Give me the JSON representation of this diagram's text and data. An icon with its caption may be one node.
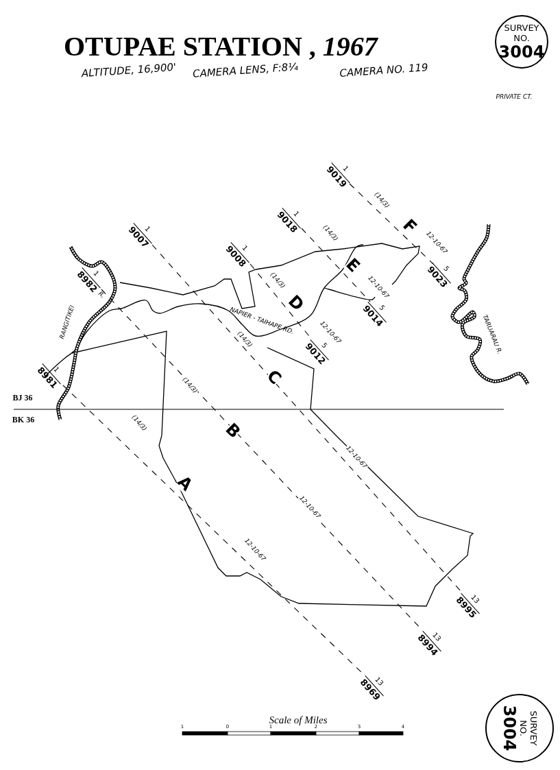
{
  "diagram": {
    "title": "OTUPAE STATION , *1967*",
    "nodes": [
      {
        "text": [
          "SURVEY NO.",
          "3004"
        ]
      },
      {
        "text": [
          "SURVEY NO.",
          "3004"
        ]
      }
    ],
    "labels": [
      "ALTITUDE, 16,900'",
      "CAMERA LENS, F:8¼",
      "CAMERA NO. 119",
      "PRIVATE CT.",
      "1",
      "9019",
      "(14/3)",
      "F",
      "12-10-67",
      "5",
      "9023",
      "1",
      "9018",
      "(14/3)",
      "E",
      "12-10-67",
      "5",
      "9014",
      "1",
      "9008",
      "(14/3)",
      "D",
      "12-10-67",
      "5",
      "9012",
      "1",
      "9007",
      "(14/3)",
      "C",
      "12-10-67",
      "13",
      "8995",
      "1",
      "8982",
      "(14/3)",
      "B",
      "12-10-67",
      "13",
      "8994",
      "1",
      "8981",
      "(14/3)",
      "A",
      "12-10-67",
      "13",
      "8969",
      "RANGITIKEI",
      "R.",
      "NAPIER - TAIHAPE RD.",
      "TARUARAU R.",
      "BJ 36",
      "BK 36",
      "Scale of Miles",
      "1",
      "0",
      "1",
      "2",
      "3",
      "4"
    ]
  }
}
